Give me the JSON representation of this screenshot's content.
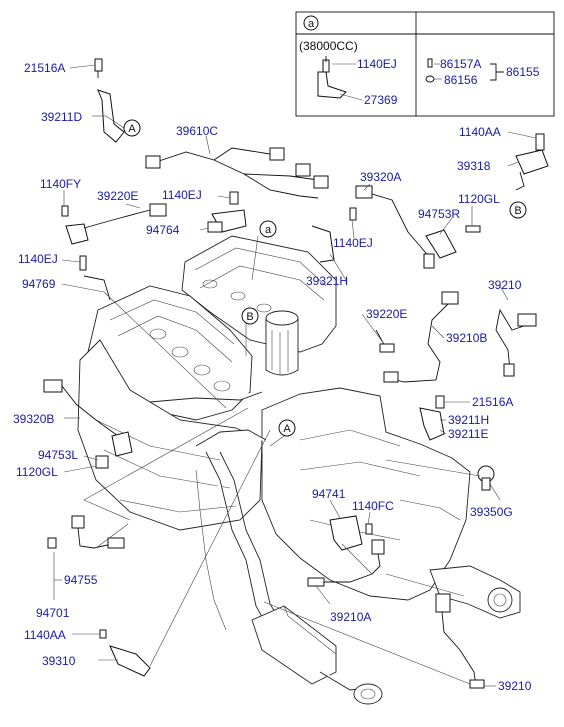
{
  "inset": {
    "header_marker": "a",
    "variant": "(38000CC)",
    "parts": [
      "1140EJ",
      "27369",
      "86157A",
      "86156",
      "86155"
    ]
  },
  "callouts": {
    "a": "a",
    "A": "A",
    "B": "B"
  },
  "labels": {
    "p21516A_top": "21516A",
    "p39211D": "39211D",
    "p39610C": "39610C",
    "p1140AA_top": "1140AA",
    "p39318": "39318",
    "p1140FY": "1140FY",
    "p39220E_left": "39220E",
    "p1140EJ_mid": "1140EJ",
    "p39320A": "39320A",
    "p1120GL_top": "1120GL",
    "p94753R": "94753R",
    "p94764": "94764",
    "p1140EJ_right": "1140EJ",
    "p1140EJ_left": "1140EJ",
    "p39321H": "39321H",
    "p39210_right": "39210",
    "p94769": "94769",
    "p39220E_right": "39220E",
    "p39210B": "39210B",
    "p21516A_right": "21516A",
    "p39320B": "39320B",
    "p39211H": "39211H",
    "p39211E": "39211E",
    "p94753L": "94753L",
    "p1120GL_left": "1120GL",
    "p39350G": "39350G",
    "p94741": "94741",
    "p1140FC": "1140FC",
    "p94755": "94755",
    "p94701": "94701",
    "p39210A": "39210A",
    "p1140AA_bottom": "1140AA",
    "p39310": "39310",
    "p39210_bottom": "39210"
  }
}
